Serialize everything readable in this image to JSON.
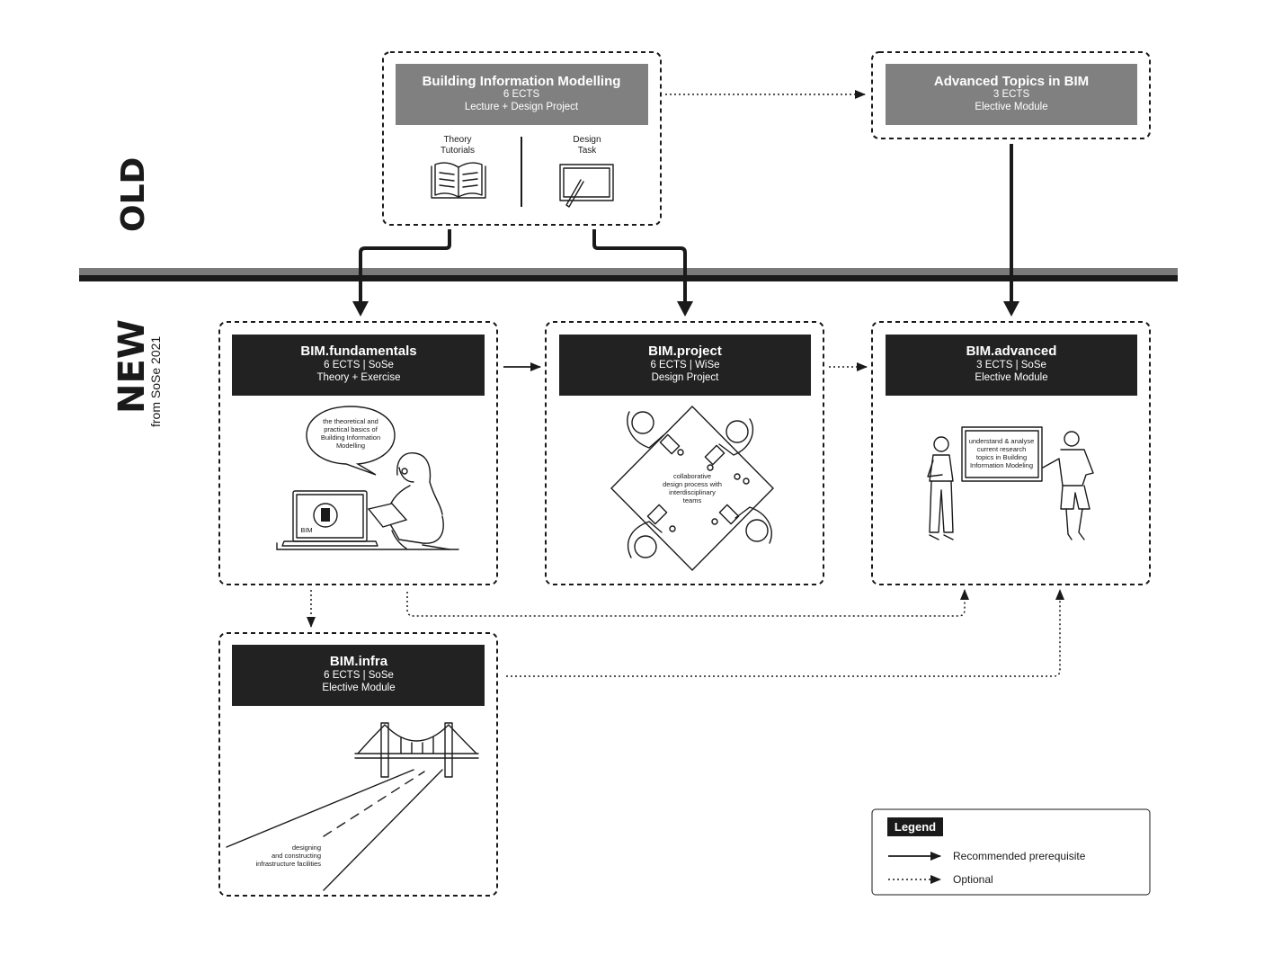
{
  "sections": {
    "old": "OLD",
    "new": "NEW",
    "new_sub": "from SoSe 2021"
  },
  "old_modules": {
    "bim": {
      "title": "Building Information Modelling",
      "ects": "6 ECTS",
      "type": "Lecture + Design Project",
      "theory_line1": "Theory",
      "theory_line2": "Tutorials",
      "design_line1": "Design",
      "design_line2": "Task"
    },
    "advanced": {
      "title": "Advanced Topics in BIM",
      "ects": "3 ECTS",
      "type": "Elective Module"
    }
  },
  "new_modules": {
    "fundamentals": {
      "title": "BIM.fundamentals",
      "ects": "6 ECTS | SoSe",
      "type": "Theory + Exercise",
      "bubble": [
        "the theoretical and",
        "practical basics of",
        "Building Information",
        "Modelling"
      ],
      "laptop_label": "BIM"
    },
    "project": {
      "title": "BIM.project",
      "ects": "6 ECTS | WiSe",
      "type": "Design Project",
      "caption": [
        "collaborative",
        "design process with",
        "interdisciplinary",
        "teams"
      ]
    },
    "advanced": {
      "title": "BIM.advanced",
      "ects": "3 ECTS | SoSe",
      "type": "Elective Module",
      "board": [
        "understand & analyse",
        "current research",
        "topics in Building",
        "Information Modeling"
      ]
    },
    "infra": {
      "title": "BIM.infra",
      "ects": "6 ECTS | SoSe",
      "type": "Elective Module",
      "caption": [
        "designing",
        "and constructing",
        "infrastructure facilities"
      ]
    }
  },
  "legend": {
    "title": "Legend",
    "recommended": "Recommended prerequisite",
    "optional": "Optional"
  },
  "colors": {
    "dark": "#222222",
    "grey": "#808080",
    "divider_grey": "#7a7a7a"
  }
}
